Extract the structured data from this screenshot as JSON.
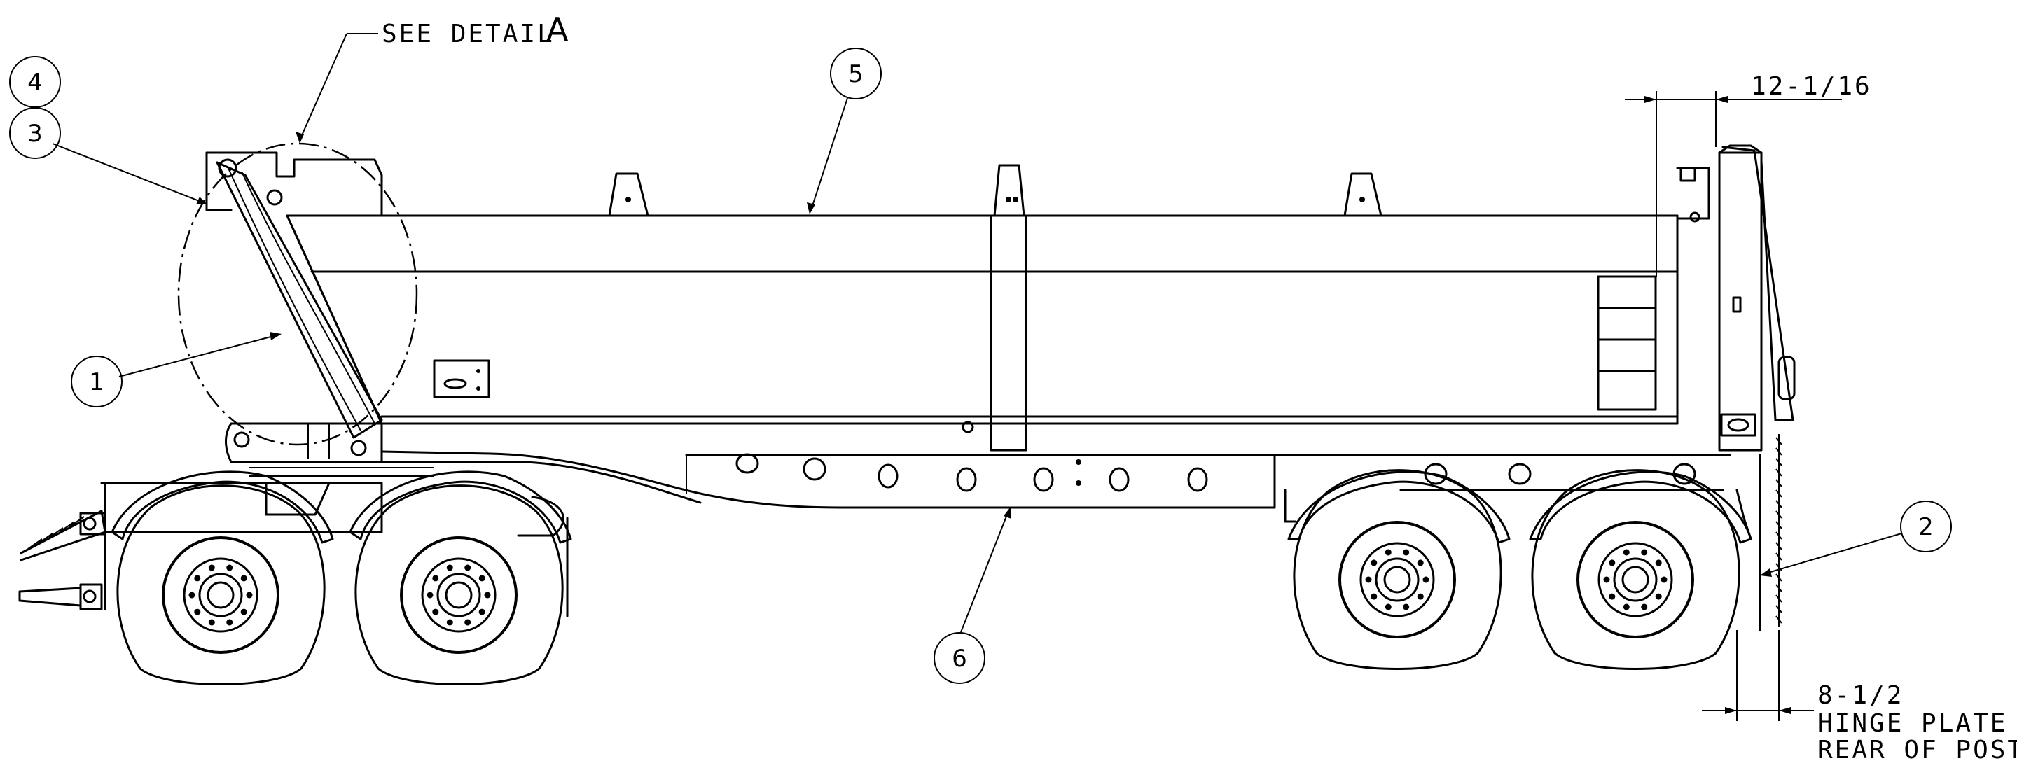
{
  "detail_note": {
    "text": "SEE DETAIL",
    "letter": "A"
  },
  "callouts": [
    {
      "id": "item-1",
      "label": "1"
    },
    {
      "id": "item-2",
      "label": "2"
    },
    {
      "id": "item-3",
      "label": "3"
    },
    {
      "id": "item-4",
      "label": "4"
    },
    {
      "id": "item-5",
      "label": "5"
    },
    {
      "id": "item-6",
      "label": "6"
    }
  ],
  "dimensions": {
    "top_right": "12-1/16",
    "bottom_right": "8-1/2",
    "bottom_right_note_line1": "HINGE PLATE TO",
    "bottom_right_note_line2": "REAR OF POST"
  }
}
